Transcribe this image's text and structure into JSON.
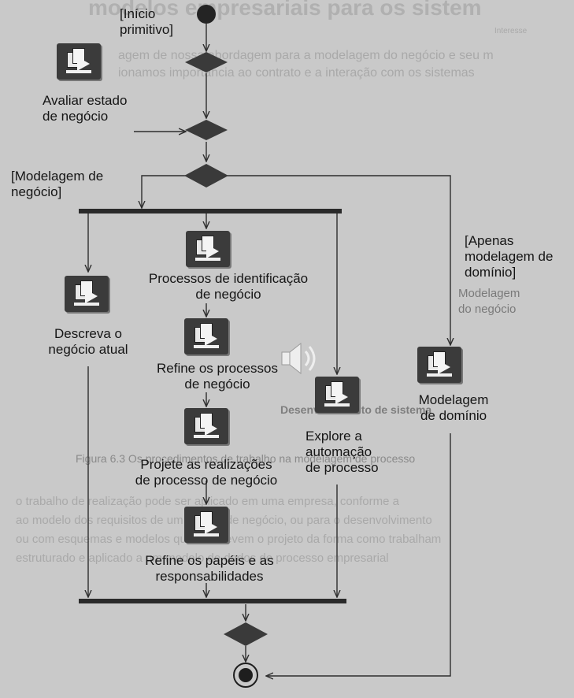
{
  "background_text": {
    "top_heading": "modelos empresariais para os sistem",
    "top_right_small": "Interesse",
    "para_line1": "agem de nossa abordagem para a modelagem do negócio e seu m",
    "para_line2": "ionamos importância ao contrato e a interação com os sistemas",
    "caption_block": "Modelagem",
    "caption_block2": "do negócio",
    "center_caption": "Desenvolvimento de sistema",
    "figure_caption": "Figura 6.3 Os procedimentos de trabalho na modelagem de processo",
    "body1": "o trabalho de realização pode ser aplicado em uma empresa, conforme a",
    "body2": "ao modelo dos requisitos de um projeto de negócio, ou para o desenvolvimento",
    "body3": "ou com esquemas e modelos que descrevem o projeto da forma como trabalham",
    "body4": "estruturado e aplicado a um modelo de dados de processo empresarial"
  },
  "labels": {
    "inicio": "[Início\nprimitivo]",
    "avaliar": "Avaliar estado\nde negócio",
    "modelagem_negocio": "[Modelagem de\nnegócio]",
    "apenas_dominio": "[Apenas\nmodelagem de\ndomínio]",
    "processos_identificacao": "Processos de identificação\nde negócio",
    "descreva": "Descreva o\nnegócio atual",
    "refine_processos": "Refine os processos\nde negócio",
    "explore": "Explore a\nautomação\nde processo",
    "modelagem_dominio": "Modelagem\nde domínio",
    "projete": "Projete as realizações\nde processo de negócio",
    "refine_papeis": "Refine os papéis e as\nresponsabilidades"
  },
  "icons": {
    "activity": "activity-document-icon",
    "speaker": "speaker-audio-icon"
  },
  "colors": {
    "background": "#c9c9c9",
    "ink": "#151515",
    "node_fill": "#3a3a3a",
    "arrow": "#2e2e2e",
    "faded_text": "#a9a9a9"
  }
}
